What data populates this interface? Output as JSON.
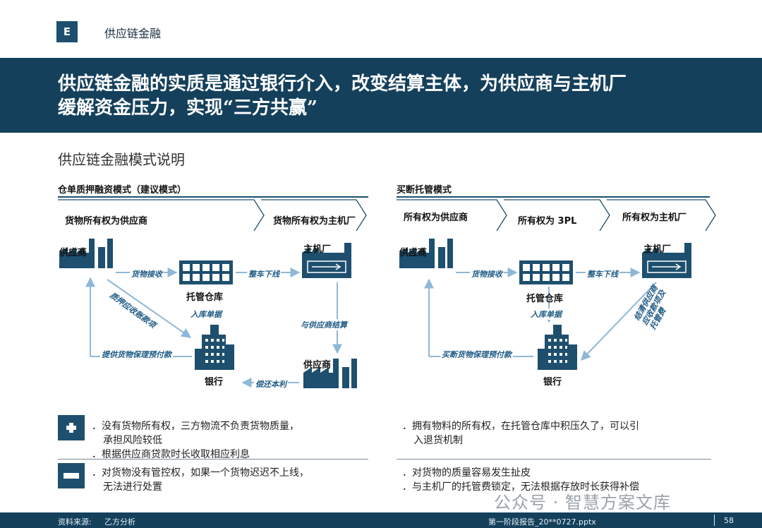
{
  "section": {
    "badge": "E",
    "title": "供应链金融"
  },
  "banner": {
    "line1": "供应链金融的实质是通过银行介入，改变结算主体，为供应商与主机厂",
    "line2": "缓解资金压力，实现“三方共赢”"
  },
  "subtitle": "供应链金融模式说明",
  "left": {
    "title": "仓单质押融资模式（建议模式）",
    "steps": [
      "货物所有权为供应商",
      "货物所有权为主机厂"
    ],
    "nodes": {
      "supplier": "供应商",
      "warehouse": "托管仓库",
      "oem": "主机厂",
      "bank": "银行",
      "supplier2": "供应商"
    },
    "flows": {
      "receive": "货物接收",
      "online": "整车下线",
      "receipt": "入库单据",
      "settle": "与供应商结算",
      "pledge": "质押应收账款项",
      "advance": "提供货物保理预付款",
      "repay": "偿还本利"
    },
    "pros": [
      "没有货物所有权，三方物流不负责货物质量，",
      "承担风险较低",
      "根据供应商贷款时长收取相应利息"
    ],
    "cons": [
      "对货物没有管控权，如果一个货物迟迟不上线，",
      "无法进行处置"
    ]
  },
  "right": {
    "title": "买断托管模式",
    "steps": [
      "所有权为供应商",
      "所有权为 3PL",
      "所有权为主机厂"
    ],
    "nodes": {
      "supplier": "供应商",
      "warehouse": "托管仓库",
      "oem": "主机厂",
      "bank": "银行"
    },
    "flows": {
      "receive": "货物接收",
      "online": "整车下线",
      "receipt": "入库单据",
      "buyout": "买断货物保理预付款",
      "clear": "结清供应商应收款项及托管费"
    },
    "pros": [
      "拥有物料的所有权，在托管仓库中积压久了，可以引",
      "入退货机制"
    ],
    "cons": [
      "对货物的质量容易发生扯皮",
      "与主机厂的托管费锁定，无法根据存放时长获得补偿"
    ]
  },
  "footer": {
    "source": "资料来源:",
    "source_val": "乙方分析",
    "file": "第一阶段报告_20**0727.pptx",
    "page": "58"
  },
  "watermark": "公众号 · 智慧方案文库",
  "colors": {
    "navy": "#14405c",
    "accent": "#1e4f6e",
    "flow_text": "#1e5a85"
  }
}
